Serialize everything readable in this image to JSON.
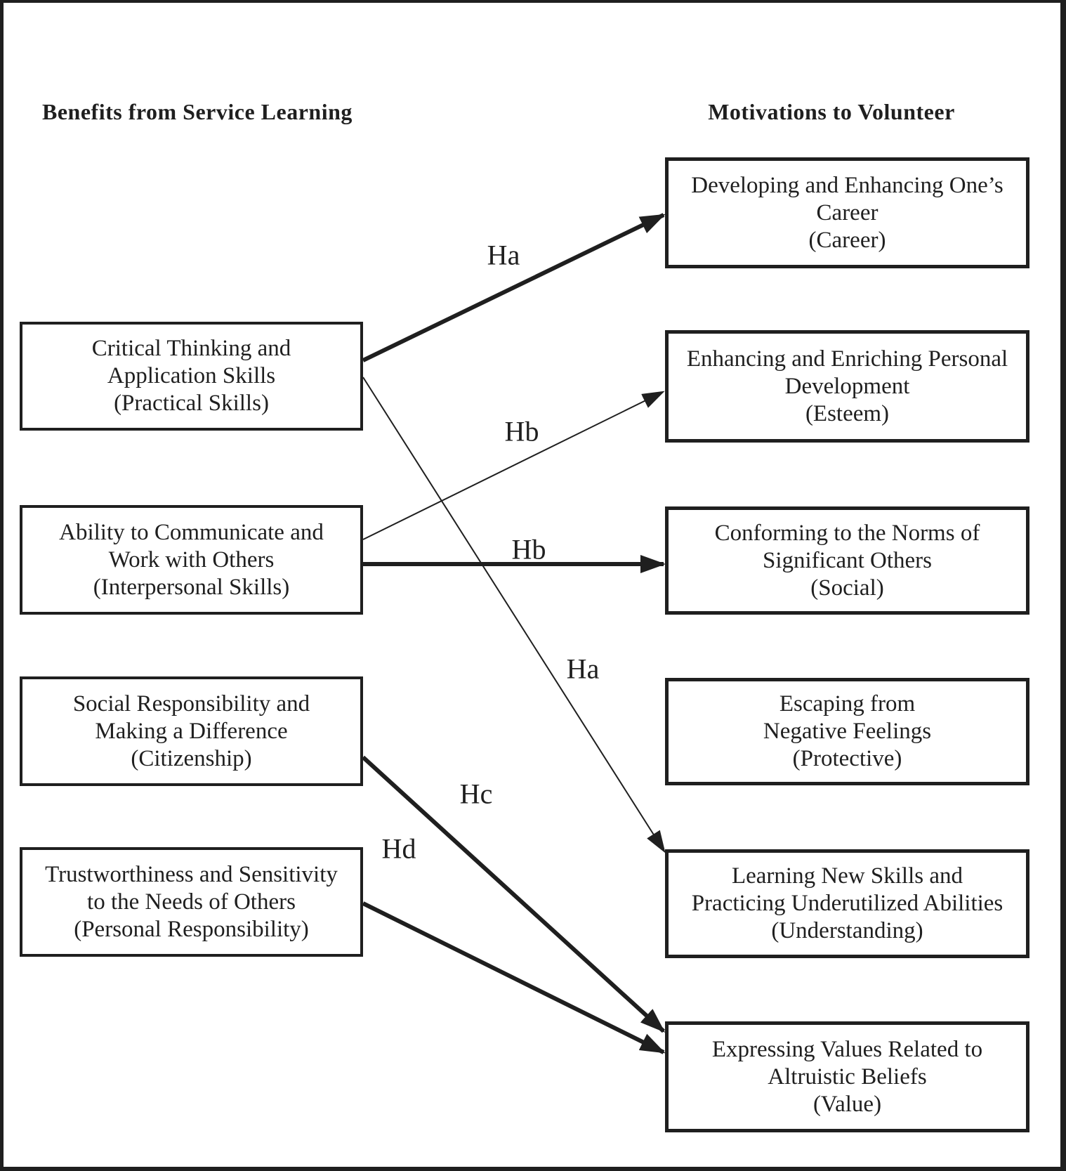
{
  "headers": {
    "left": "Benefits from Service Learning",
    "right": "Motivations to Volunteer"
  },
  "left_boxes": [
    {
      "name": "practical-skills",
      "lines": [
        "Critical Thinking and",
        "Application Skills",
        "(Practical Skills)"
      ]
    },
    {
      "name": "interpersonal-skills",
      "lines": [
        "Ability to Communicate and",
        "Work with Others",
        "(Interpersonal Skills)"
      ]
    },
    {
      "name": "citizenship",
      "lines": [
        "Social Responsibility and",
        "Making a Difference",
        "(Citizenship)"
      ]
    },
    {
      "name": "personal-responsibility",
      "lines": [
        "Trustworthiness and Sensitivity",
        "to the Needs of Others",
        "(Personal Responsibility)"
      ]
    }
  ],
  "right_boxes": [
    {
      "name": "career",
      "lines": [
        "Developing and Enhancing One’s",
        "Career",
        "(Career)"
      ]
    },
    {
      "name": "esteem",
      "lines": [
        "Enhancing and Enriching Personal",
        "Development",
        "(Esteem)"
      ]
    },
    {
      "name": "social",
      "lines": [
        "Conforming to the Norms of",
        "Significant Others",
        "(Social)"
      ]
    },
    {
      "name": "protective",
      "lines": [
        "Escaping from",
        "Negative Feelings",
        "(Protective)"
      ]
    },
    {
      "name": "understanding",
      "lines": [
        "Learning New Skills and",
        "Practicing Underutilized Abilities",
        "(Understanding)"
      ]
    },
    {
      "name": "value",
      "lines": [
        "Expressing Values Related to",
        "Altruistic Beliefs",
        "(Value)"
      ]
    }
  ],
  "arrow_labels": {
    "ha_career": "Ha",
    "hb_esteem": "Hb",
    "hb_social": "Hb",
    "ha_understanding": "Ha",
    "hc_value": "Hc",
    "hd_value": "Hd"
  },
  "colors": {
    "ink": "#1f1f1f",
    "background": "#ffffff"
  }
}
